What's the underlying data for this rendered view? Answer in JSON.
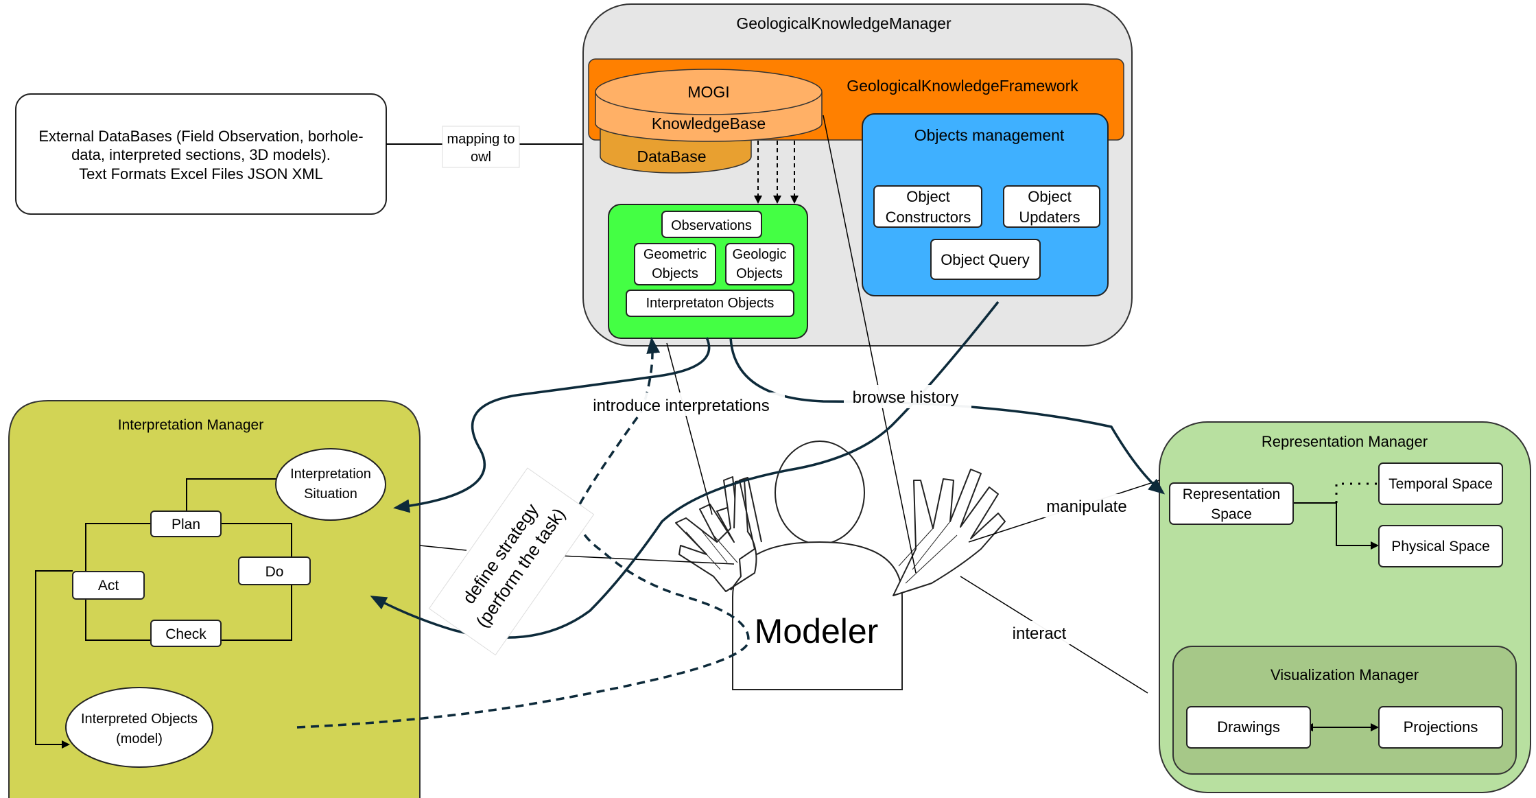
{
  "external": {
    "line1": "External DataBases (Field Observation, borhole-",
    "line2": "data, interpreted sections, 3D models).",
    "line3": "Text Formats Excel Files JSON XML"
  },
  "mapping": {
    "line1": "mapping to",
    "line2": "owl"
  },
  "gkm": {
    "title": "GeologicalKnowledgeManager",
    "framework": "GeologicalKnowledgeFramework",
    "mogi": "MOGI",
    "knowledgebase": "KnowledgeBase",
    "database": "DataBase",
    "objects_management": "Objects management",
    "object_constructors": [
      "Object",
      "Constructors"
    ],
    "object_updaters": [
      "Object",
      "Updaters"
    ],
    "object_query": "Object Query",
    "observations": "Observations",
    "geometric_objects": [
      "Geometric",
      "Objects"
    ],
    "geologic_objects": [
      "Geologic",
      "Objects"
    ],
    "interpretation_objects": "Interpretaton Objects"
  },
  "interpretation": {
    "title": "Interpretation Manager",
    "situation": [
      "Interpretation",
      "Situation"
    ],
    "plan": "Plan",
    "do": "Do",
    "act": "Act",
    "check": "Check",
    "interpreted_objects": [
      "Interpreted Objects",
      "(model)"
    ]
  },
  "labels": {
    "introduce": "introduce interpretations",
    "browse": "browse history",
    "manipulate": "manipulate",
    "interact": "interact",
    "strategy": [
      "define strategy",
      "(perform the task)"
    ],
    "modeler": "Modeler"
  },
  "representation": {
    "title": "Representation Manager",
    "space": [
      "Representation",
      "Space"
    ],
    "temporal": "Temporal Space",
    "physical": "Physical Space"
  },
  "visualization": {
    "title": "Visualization Manager",
    "drawings": "Drawings",
    "projections": "Projections"
  },
  "colors": {
    "gkm_bg": "#e6e6e6",
    "framework_orange": "#ff8000",
    "mogi_top": "#ffb066",
    "database_orange": "#e8a030",
    "objects_blue": "#3fb0ff",
    "green_box": "#44ff44",
    "interp_olive": "#d2d455",
    "repr_green": "#b8e0a0",
    "vis_green": "#a6c888",
    "arrow_dark": "#0d2a3a"
  }
}
